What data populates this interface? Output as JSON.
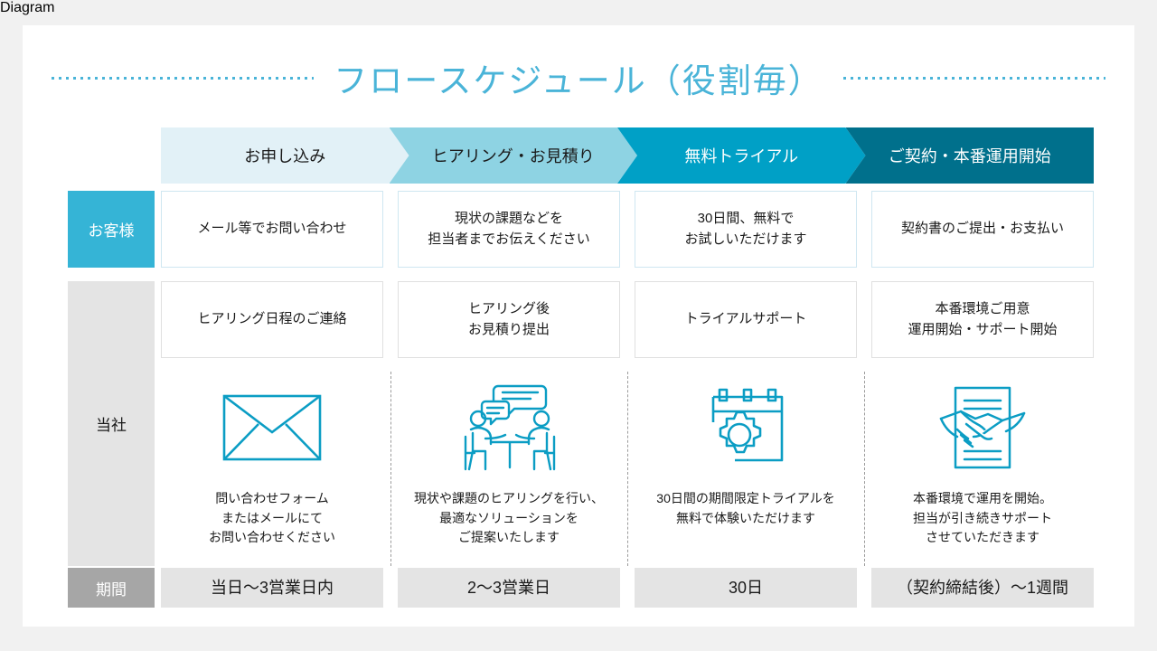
{
  "title": {
    "text": "フロースケジュール（役割毎）",
    "accent_color": "#4ab4d8"
  },
  "header": {
    "steps": [
      {
        "label": "お申し込み",
        "color": "#e2f1f7",
        "text_color": "#1a1a1a"
      },
      {
        "label": "ヒアリング・お見積り",
        "color": "#8ed3e3",
        "text_color": "#1a1a1a"
      },
      {
        "label": "無料トライアル",
        "color": "#00a0c6",
        "text_color": "#ffffff"
      },
      {
        "label": "ご契約・本番運用開始",
        "color": "#00708c",
        "text_color": "#ffffff"
      }
    ]
  },
  "rows": {
    "customer": {
      "label": "お客様",
      "label_bg": "#35b4d6",
      "cells": [
        "メール等でお問い合わせ",
        "現状の課題などを\n担当者までお伝えください",
        "30日間、無料で\nお試しいただけます",
        "契約書のご提出・お支払い"
      ]
    },
    "company": {
      "label": "当社",
      "label_bg": "#e4e4e4",
      "cells": [
        "ヒアリング日程のご連絡",
        "ヒアリング後\nお見積り提出",
        "トライアルサポート",
        "本番環境ご用意\n運用開始・サポート開始"
      ],
      "icons": [
        {
          "name": "envelope-icon",
          "caption": "問い合わせフォーム\nまたはメールにて\nお問い合わせください"
        },
        {
          "name": "meeting-icon",
          "caption": "現状や課題のヒアリングを行い、\n最適なソリューションを\nご提案いたします"
        },
        {
          "name": "calendar-gear-icon",
          "caption": "30日間の期間限定トライアルを\n無料で体験いただけます"
        },
        {
          "name": "handshake-document-icon",
          "caption": "本番環境で運用を開始。\n担当が引き続きサポート\nさせていただきます"
        }
      ]
    },
    "period": {
      "label": "期間",
      "label_bg": "#a6a6a6",
      "cells": [
        "当日〜3営業日内",
        "2〜3営業日",
        "30日",
        "（契約締結後）〜1週間"
      ]
    }
  },
  "icon_stroke_color": "#0b9dc4"
}
